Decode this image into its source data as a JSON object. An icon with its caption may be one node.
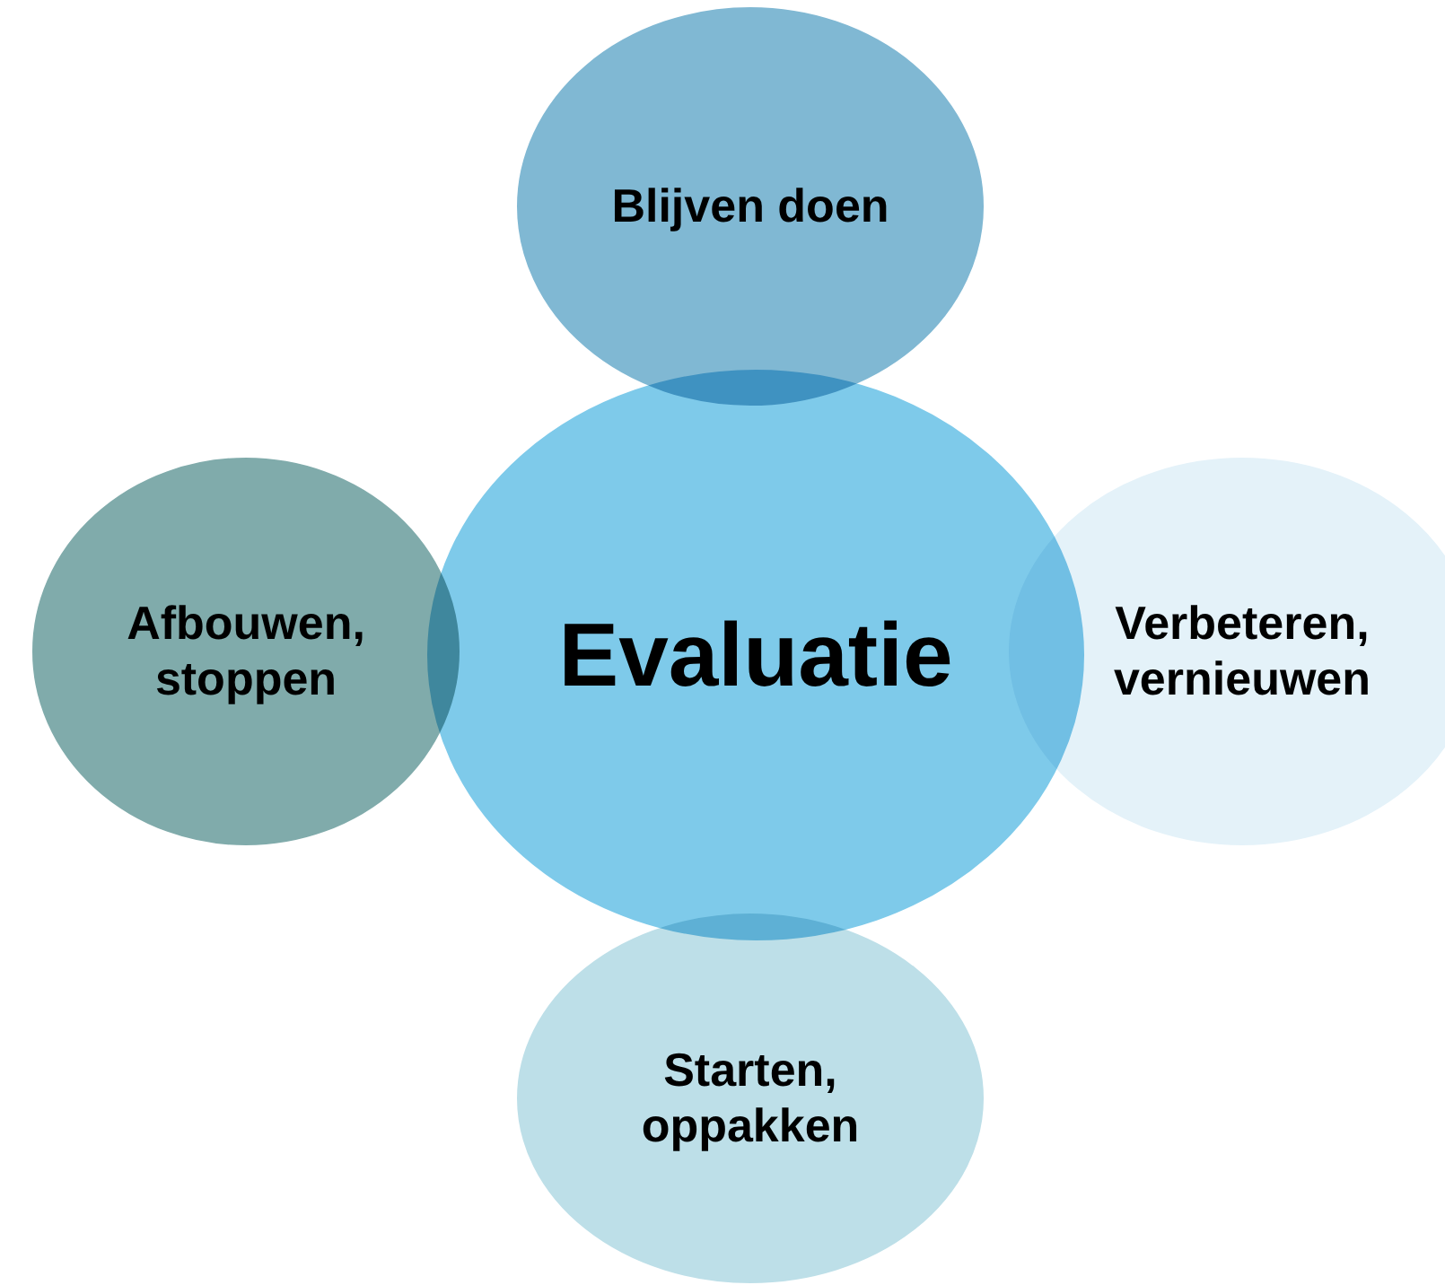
{
  "diagram": {
    "nodes": [
      {
        "text": [
          "Blijven doen"
        ]
      },
      {
        "text": [
          "Afbouwen, stoppen"
        ]
      },
      {
        "text": [
          "Evaluatie"
        ]
      },
      {
        "text": [
          "Verbeteren, vernieuwen"
        ]
      },
      {
        "text": [
          "Starten, oppakken"
        ]
      }
    ]
  }
}
